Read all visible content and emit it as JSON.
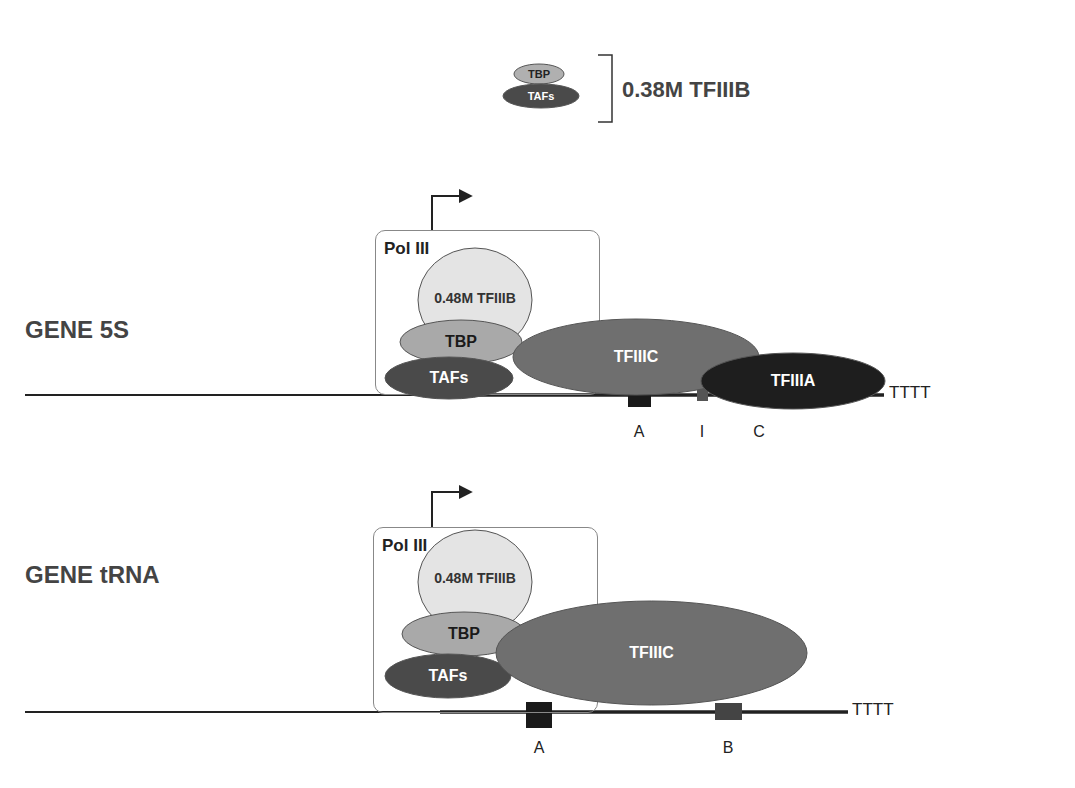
{
  "diagram": {
    "nodes": [
      {
        "text": [
          "TBP"
        ]
      },
      {
        "text": [
          "TAFs"
        ]
      },
      {
        "text": [
          "Pol III"
        ]
      },
      {
        "text": [
          "0.48M TFIIIB"
        ],
        "in": 2
      },
      {
        "text": [
          "TBP"
        ],
        "in": 2
      },
      {
        "text": [
          "TAFs"
        ],
        "in": 2
      },
      {
        "text": [
          "TFIIIC"
        ]
      },
      {
        "text": [
          "TFIIIA"
        ]
      },
      {
        "text": [
          "Pol III"
        ]
      },
      {
        "text": [
          "0.48M TFIIIB"
        ],
        "in": 8
      },
      {
        "text": [
          "TBP"
        ],
        "in": 8
      },
      {
        "text": [
          "TAFs"
        ],
        "in": 8
      },
      {
        "text": [
          "TFIIIC"
        ]
      }
    ],
    "labels": [
      "0.38M TFIIIB",
      "GENE 5S",
      "A",
      "I",
      "C",
      "TTTT",
      "GENE tRNA",
      "A",
      "B",
      "TTTT"
    ]
  }
}
